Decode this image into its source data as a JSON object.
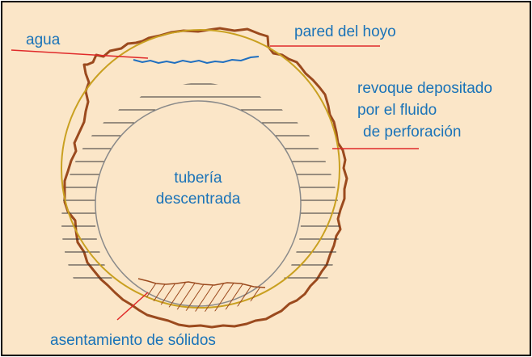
{
  "labels": {
    "water": "agua",
    "hole_wall": "pared del hoyo",
    "mud_cake_1": "revoque depositado",
    "mud_cake_2": "por el fluido",
    "mud_cake_3": "de perforación",
    "pipe_1": "tubería",
    "pipe_2": "descentrada",
    "solids": "asentamiento de sólidos"
  },
  "colors": {
    "background": "#fbe6c8",
    "frame": "#000000",
    "hole_wall": "#9b4a1e",
    "cake_circle": "#c9a020",
    "hatch_lines": "#333333",
    "pipe": "#8a8a8a",
    "water": "#1f6fc0",
    "leader_lines": "#e02a2a",
    "solids": "#9b4a1e",
    "text": "#1a73b8"
  }
}
